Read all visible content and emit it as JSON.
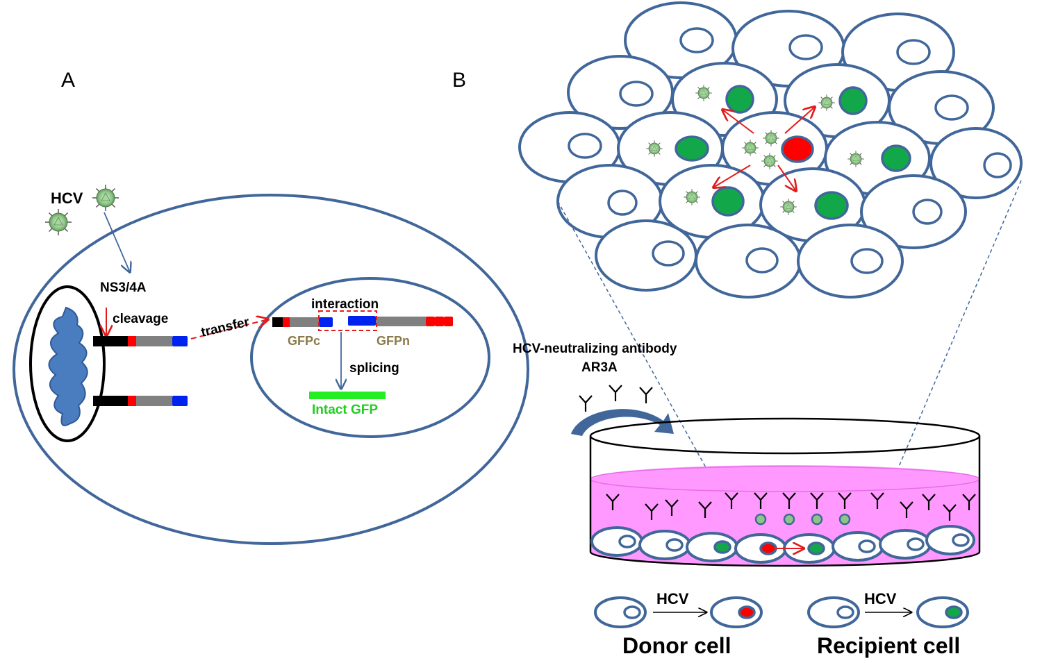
{
  "panels": {
    "a": "A",
    "b": "B"
  },
  "panel_a": {
    "virus_label": "HCV",
    "protease_label": "NS3/4A",
    "cleavage_label": "cleavage",
    "transfer_label": "transfer",
    "interaction_label": "interaction",
    "gfpc_label": "GFPc",
    "gfpn_label": "GFPn",
    "splicing_label": "splicing",
    "intact_gfp_label": "Intact GFP"
  },
  "panel_b": {
    "antibody_label": "HCV-neutralizing antibody",
    "antibody_name": "AR3A",
    "legend_hcv_1": "HCV",
    "legend_hcv_2": "HCV",
    "donor_label": "Donor cell",
    "recipient_label": "Recipient cell"
  },
  "colors": {
    "cell_outline": "#41679a",
    "er": "#4a7cc0",
    "infected_green": "#12a84a",
    "donor_red": "#ff0000",
    "medium_pink": "#ff99ff",
    "arrow_red": "#e21b1b",
    "gfp_green": "#22ee22",
    "reporter_blue": "#0022ee"
  }
}
